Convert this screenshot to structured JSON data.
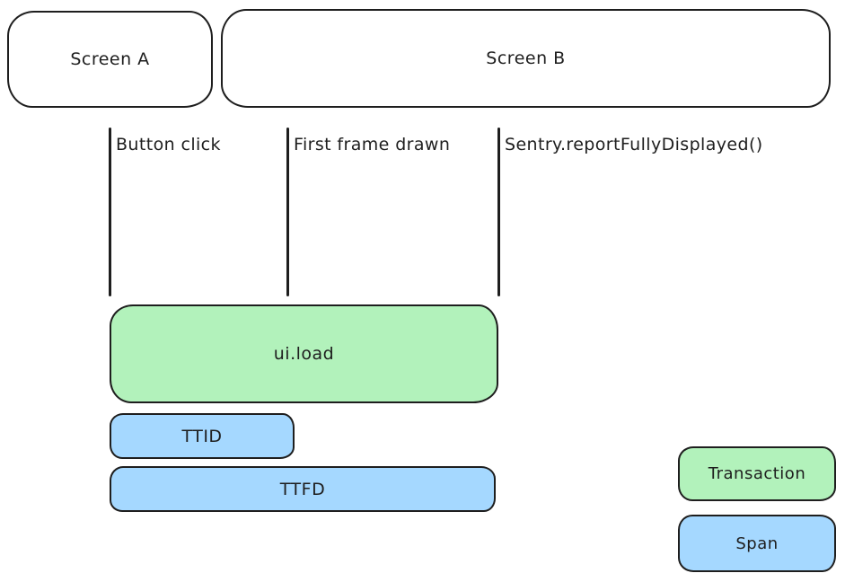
{
  "colors": {
    "transaction_green": "#b2f2bb",
    "span_blue": "#a5d8ff",
    "stroke": "#1e1e1e",
    "background": "#ffffff"
  },
  "screens": [
    {
      "label": "Screen A"
    },
    {
      "label": "Screen B"
    }
  ],
  "events": [
    {
      "label": "Button click"
    },
    {
      "label": "First frame drawn"
    },
    {
      "label": "Sentry.reportFullyDisplayed()"
    }
  ],
  "bars": [
    {
      "label": "ui.load",
      "kind": "transaction"
    },
    {
      "label": "TTID",
      "kind": "span"
    },
    {
      "label": "TTFD",
      "kind": "span"
    }
  ],
  "legend": [
    {
      "label": "Transaction",
      "kind": "transaction"
    },
    {
      "label": "Span",
      "kind": "span"
    }
  ]
}
